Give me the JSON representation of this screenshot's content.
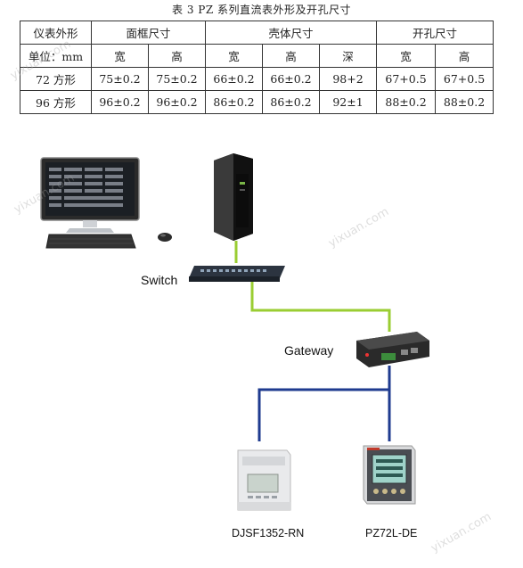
{
  "caption": "表 3 PZ 系列直流表外形及开孔尺寸",
  "table": {
    "row_header_1": "仪表外形",
    "group_frame": "面框尺寸",
    "group_shell": "壳体尺寸",
    "group_cutout": "开孔尺寸",
    "unit_label": "单位：mm",
    "sub_headers": [
      "宽",
      "高",
      "宽",
      "高",
      "深",
      "宽",
      "高"
    ],
    "rows": [
      {
        "label": "72 方形",
        "cells": [
          "75±0.2",
          "75±0.2",
          "66±0.2",
          "66±0.2",
          "98+2",
          "67+0.5",
          "67+0.5"
        ]
      },
      {
        "label": "96 方形",
        "cells": [
          "96±0.2",
          "96±0.2",
          "86±0.2",
          "86±0.2",
          "92±1",
          "88±0.2",
          "88±0.2"
        ]
      }
    ]
  },
  "diagram": {
    "switch_label": "Switch",
    "gateway_label": "Gateway",
    "device1_label": "DJSF1352-RN",
    "device2_label": "PZ72L-DE",
    "ethernet_color": "#9acd32",
    "rs485_color": "#1f3b8f"
  },
  "watermark": "yixuan.com"
}
